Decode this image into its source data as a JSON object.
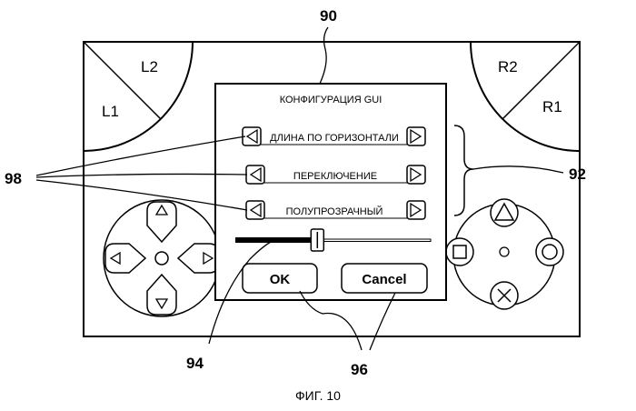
{
  "dialog": {
    "title": "КОНФИГУРАЦИЯ GUI",
    "options": [
      {
        "label": "ДЛИНА ПО ГОРИЗОНТАЛИ"
      },
      {
        "label": "ПЕРЕКЛЮЧЕНИЕ"
      },
      {
        "label": "ПОЛУПРОЗРАЧНЫЙ"
      }
    ],
    "slider": {
      "value_fraction": 0.42
    },
    "ok_label": "OK",
    "cancel_label": "Cancel"
  },
  "shoulder_buttons": {
    "l1": "L1",
    "l2": "L2",
    "r1": "R1",
    "r2": "R2"
  },
  "refs": {
    "dialog": "90",
    "options_group": "92",
    "slider": "94",
    "buttons": "96",
    "arrows": "98"
  },
  "caption": "ФИГ. 10"
}
